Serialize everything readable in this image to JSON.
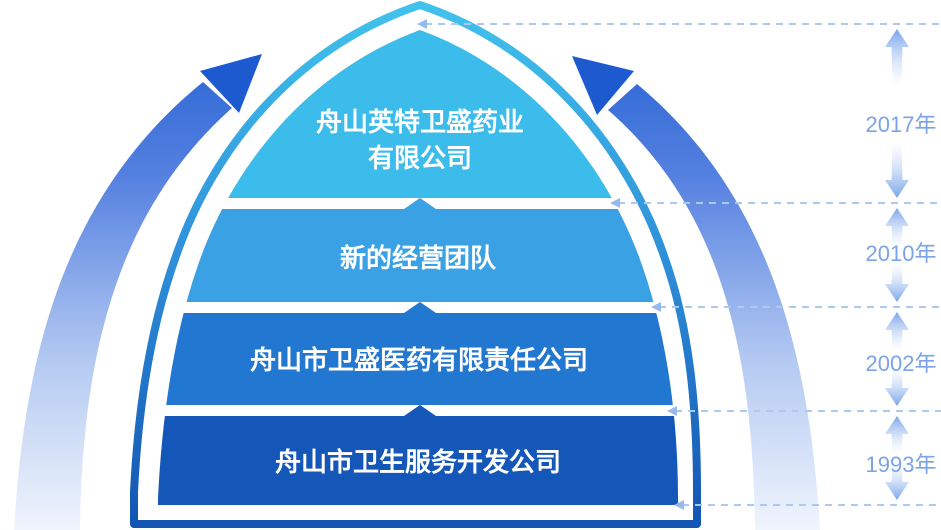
{
  "diagram": {
    "type": "arch-growth-timeline",
    "layers": [
      {
        "label_line1": "舟山英特卫盛药业",
        "label_line2": "有限公司",
        "year": "2017年",
        "color": "#3cbcea"
      },
      {
        "label": "新的经营团队",
        "year": "2010年",
        "color": "#3aa1e4"
      },
      {
        "label": "舟山市卫盛医药有限责任公司",
        "year": "2002年",
        "color": "#2277d0"
      },
      {
        "label": "舟山市卫生服务开发公司",
        "year": "1993年",
        "color": "#1457b8"
      }
    ],
    "colors": {
      "contour_top": "#41c3ec",
      "contour_mid": "#2e8ed9",
      "contour_bottom": "#1254b2",
      "growth_arrow_head": "#1d59cf",
      "growth_arrow_dark": "#2e68d6",
      "growth_arrow_light": "#f0f5fd",
      "dashed_line": "#abc9f1",
      "dash_arrowhead": "#96baef",
      "measure_arrow": "#79a5ea",
      "year_text": "#7ba3e8",
      "layer_text": "#ffffff"
    }
  }
}
